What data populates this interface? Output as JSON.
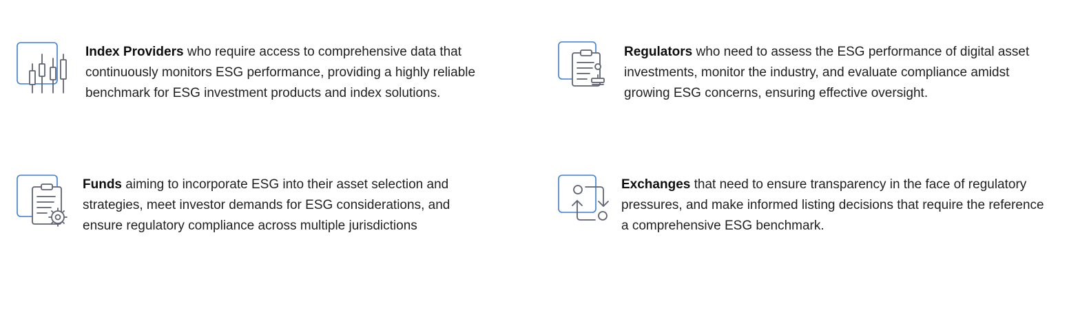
{
  "cards": [
    {
      "id": "index-providers",
      "icon": "candlestick-chart-icon",
      "title": "Index Providers",
      "body": " who require access to comprehensive data that continuously monitors ESG performance, providing a highly reliable benchmark for ESG investment products and index solutions."
    },
    {
      "id": "regulators",
      "icon": "clipboard-stamp-icon",
      "title": "Regulators",
      "body": " who need to assess the ESG performance of digital asset investments, monitor the industry, and evaluate compliance amidst growing ESG concerns, ensuring effective oversight."
    },
    {
      "id": "funds",
      "icon": "clipboard-gear-icon",
      "title": "Funds",
      "body": " aiming to incorporate ESG into their asset selection and strategies, meet investor demands for ESG considerations, and ensure regulatory compliance across multiple jurisdictions"
    },
    {
      "id": "exchanges",
      "icon": "exchange-arrows-icon",
      "title": "Exchanges",
      "body": " that need to  ensure transparency in the face of regulatory pressures, and make informed listing decisions that require the reference a comprehensive ESG benchmark."
    }
  ],
  "colors": {
    "icon_accent": "#3b7dd8",
    "icon_line": "#5d6270",
    "text": "#1f1f1f"
  }
}
